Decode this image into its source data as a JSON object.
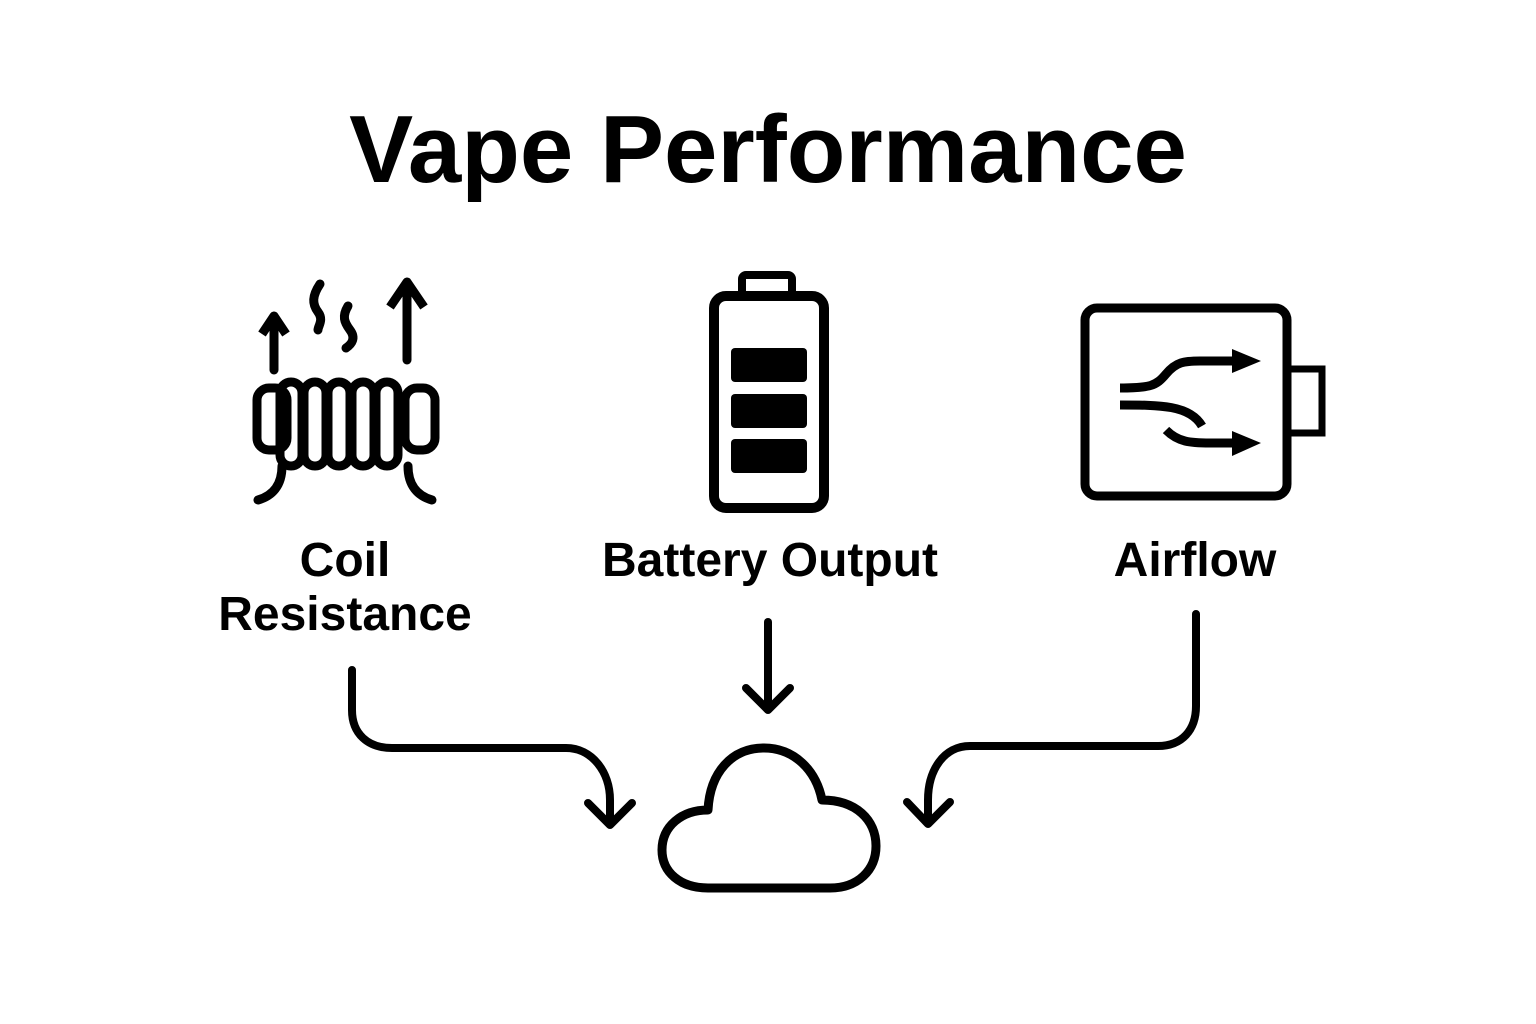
{
  "title": "Vape Performance",
  "nodes": [
    {
      "id": "coil",
      "label": "Coil\nResistance",
      "label_line1": "Coil",
      "label_line2": "Resistance",
      "icon": "heating-coil-icon"
    },
    {
      "id": "battery",
      "label": "Battery Output",
      "icon": "battery-icon",
      "battery_level_bars": 3
    },
    {
      "id": "airflow",
      "label": "Airflow",
      "icon": "airflow-icon"
    }
  ],
  "target": {
    "id": "vapor",
    "icon": "cloud-icon"
  },
  "edges": [
    {
      "from": "coil",
      "to": "vapor"
    },
    {
      "from": "battery",
      "to": "vapor"
    },
    {
      "from": "airflow",
      "to": "vapor"
    }
  ],
  "colors": {
    "stroke": "#000000",
    "background": "#ffffff"
  }
}
